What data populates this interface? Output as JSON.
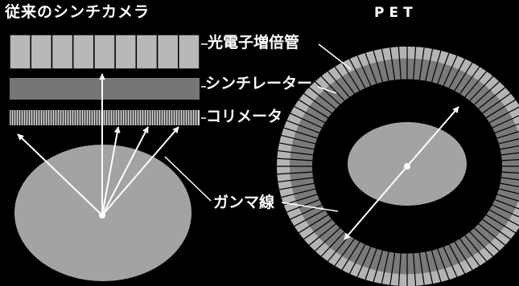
{
  "titles": {
    "conventional_camera": "従来のシンチカメラ",
    "pet": "PET"
  },
  "labels": {
    "photomultiplier": "光電子増倍管",
    "scintillator": "シンチレーター",
    "collimator": "コリメータ",
    "gamma_ray": "ガンマ線"
  },
  "colors": {
    "background": "#000000",
    "body": "#a3a3a3",
    "photomultiplier": "#b8b8b8",
    "scintillator": "#767676",
    "collimator": "#d8d8d8",
    "ring_inner": "#7a7a7a",
    "ring_outer": "#b4b4b4",
    "lines": "#ffffff"
  },
  "components": {
    "photomultiplier_tube_count": 9,
    "pet_detector_count": 96
  }
}
